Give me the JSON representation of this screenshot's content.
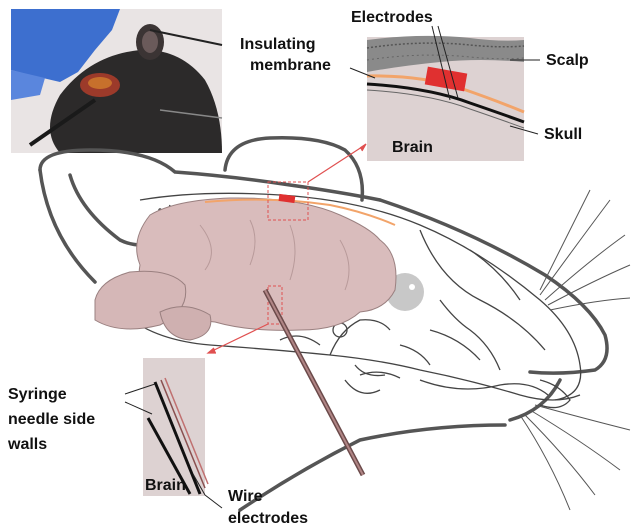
{
  "labels": {
    "electrodes": "Electrodes",
    "insulating_membrane_line1": "Insulating",
    "insulating_membrane_line2": "membrane",
    "scalp": "Scalp",
    "skull": "Skull",
    "brain_top": "Brain",
    "syringe_line1": "Syringe",
    "syringe_line2": "needle side",
    "syringe_line3": "walls",
    "brain_bottom": "Brain",
    "wire_line1": "Wire",
    "wire_line2": "electrodes"
  },
  "colors": {
    "brain": "#d9bcbc",
    "outline": "#555555",
    "membrane": "#f2a46a",
    "electrode": "#e03030",
    "inset_bg": "#ddd2d2",
    "callout": "#e05050"
  },
  "icons": {
    "photo": "mouse-photo",
    "skull": "mouse-skull-outline",
    "needle": "syringe-needle"
  }
}
